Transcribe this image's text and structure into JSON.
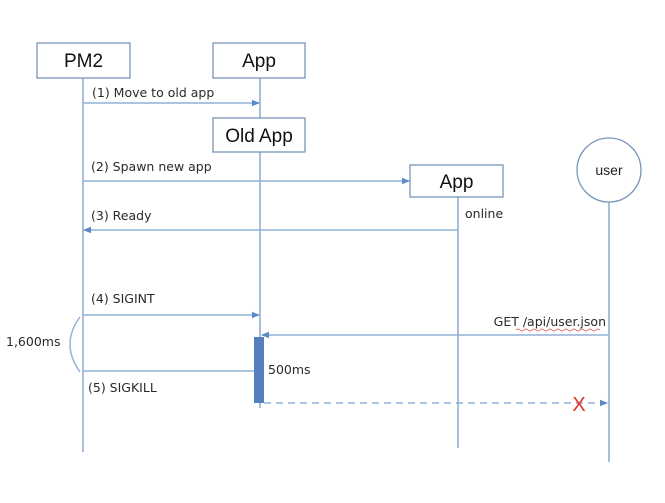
{
  "diagram": {
    "type": "sequence",
    "participants": [
      {
        "id": "pm2",
        "label": "PM2",
        "shape": "box"
      },
      {
        "id": "app",
        "label": "App",
        "shape": "box"
      },
      {
        "id": "old_app",
        "label": "Old App",
        "shape": "box"
      },
      {
        "id": "new_app",
        "label": "App",
        "shape": "box"
      },
      {
        "id": "user",
        "label": "user",
        "shape": "circle"
      }
    ],
    "messages": [
      {
        "step": "(1) Move to old app",
        "from": "pm2",
        "to": "app",
        "style": "solid"
      },
      {
        "step": "(2) Spawn new app",
        "from": "pm2",
        "to": "new_app",
        "style": "solid"
      },
      {
        "step": "(3) Ready",
        "from": "new_app",
        "to": "pm2",
        "style": "solid"
      },
      {
        "step": "(4) SIGINT",
        "from": "pm2",
        "to": "old_app",
        "style": "solid"
      },
      {
        "step": "GET /api/user.json",
        "from": "user",
        "to": "old_app",
        "style": "solid"
      },
      {
        "step": "(5) SIGKILL",
        "from": "old_app",
        "to": "pm2",
        "style": "solid"
      },
      {
        "step": "",
        "from": "old_app",
        "to": "user",
        "style": "dashed",
        "failed": true
      }
    ],
    "annotations": {
      "online": "online",
      "activation_duration": "500ms",
      "total_duration": "1,600ms",
      "failure_mark": "X"
    },
    "colors": {
      "line": "#7fa3cf",
      "arrow": "#5b8ac6",
      "box_border": "#6f8fb5",
      "activation": "#5580c0",
      "failure": "#e0352b"
    }
  }
}
